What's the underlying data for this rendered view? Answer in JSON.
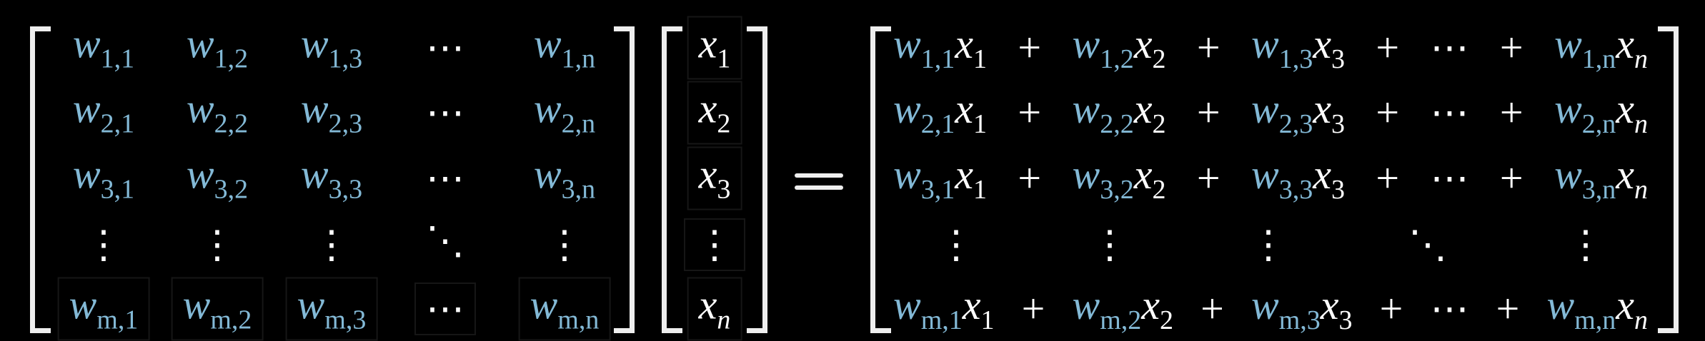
{
  "left_matrix": {
    "rows": [
      [
        {
          "base": "w",
          "sub": "1,1"
        },
        {
          "base": "w",
          "sub": "1,2"
        },
        {
          "base": "w",
          "sub": "1,3"
        },
        {
          "symbol": "⋯"
        },
        {
          "base": "w",
          "sub": "1,n"
        }
      ],
      [
        {
          "base": "w",
          "sub": "2,1"
        },
        {
          "base": "w",
          "sub": "2,2"
        },
        {
          "base": "w",
          "sub": "2,3"
        },
        {
          "symbol": "⋯"
        },
        {
          "base": "w",
          "sub": "2,n"
        }
      ],
      [
        {
          "base": "w",
          "sub": "3,1"
        },
        {
          "base": "w",
          "sub": "3,2"
        },
        {
          "base": "w",
          "sub": "3,3"
        },
        {
          "symbol": "⋯"
        },
        {
          "base": "w",
          "sub": "3,n"
        }
      ],
      [
        {
          "symbol": "⋮"
        },
        {
          "symbol": "⋮"
        },
        {
          "symbol": "⋮"
        },
        {
          "symbol": "⋱"
        },
        {
          "symbol": "⋮"
        }
      ],
      [
        {
          "base": "w",
          "sub": "m,1"
        },
        {
          "base": "w",
          "sub": "m,2"
        },
        {
          "base": "w",
          "sub": "m,3"
        },
        {
          "symbol": "⋯"
        },
        {
          "base": "w",
          "sub": "m,n"
        }
      ]
    ]
  },
  "vector": [
    {
      "base": "x",
      "sub": "1"
    },
    {
      "base": "x",
      "sub": "2"
    },
    {
      "base": "x",
      "sub": "3"
    },
    {
      "symbol": "⋮"
    },
    {
      "base": "x",
      "sub": "n"
    }
  ],
  "equals": "=",
  "plus": "+",
  "right_matrix": {
    "rows": [
      {
        "terms": [
          {
            "w": "1,1",
            "x": "1"
          },
          {
            "w": "1,2",
            "x": "2"
          },
          {
            "w": "1,3",
            "x": "3"
          },
          {
            "symbol": "⋯"
          },
          {
            "w": "1,n",
            "x": "n"
          }
        ]
      },
      {
        "terms": [
          {
            "w": "2,1",
            "x": "1"
          },
          {
            "w": "2,2",
            "x": "2"
          },
          {
            "w": "2,3",
            "x": "3"
          },
          {
            "symbol": "⋯"
          },
          {
            "w": "2,n",
            "x": "n"
          }
        ]
      },
      {
        "terms": [
          {
            "w": "3,1",
            "x": "1"
          },
          {
            "w": "3,2",
            "x": "2"
          },
          {
            "w": "3,3",
            "x": "3"
          },
          {
            "symbol": "⋯"
          },
          {
            "w": "3,n",
            "x": "n"
          }
        ]
      },
      {
        "dots": [
          "⋮",
          "⋮",
          "⋮",
          "⋱",
          "⋮"
        ]
      },
      {
        "terms": [
          {
            "w": "m,1",
            "x": "1"
          },
          {
            "w": "m,2",
            "x": "2"
          },
          {
            "w": "m,3",
            "x": "3"
          },
          {
            "symbol": "⋯"
          },
          {
            "w": "m,n",
            "x": "n"
          }
        ]
      }
    ]
  },
  "colors": {
    "weight": "#83b9d6",
    "input": "#ffffff",
    "background": "#000000"
  }
}
